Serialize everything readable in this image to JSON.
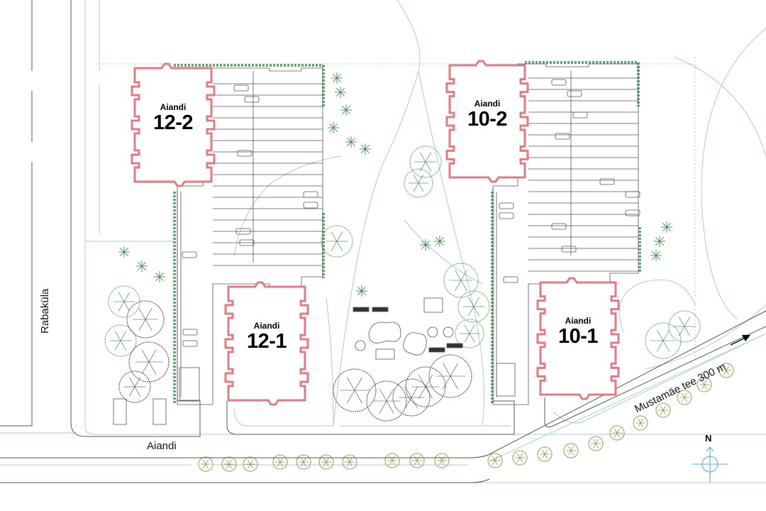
{
  "map": {
    "buildings": [
      {
        "id": "12-2",
        "street": "Aiandi",
        "number": "12-2"
      },
      {
        "id": "12-1",
        "street": "Aiandi",
        "number": "12-1"
      },
      {
        "id": "10-2",
        "street": "Aiandi",
        "number": "10-2"
      },
      {
        "id": "10-1",
        "street": "Aiandi",
        "number": "10-1"
      }
    ],
    "streets": {
      "west": "Rabaküla",
      "south": "Aiandi",
      "east": "Mustamäe tee 300 m"
    },
    "compass": {
      "label": "N"
    },
    "colors": {
      "building_outline": "#e07b86",
      "road_line": "#555555",
      "path_line": "#a9cfc8",
      "tree_green": "#2e7d3a",
      "street_tree": "#6b7a1e",
      "compass": "#5aa7c4"
    }
  }
}
